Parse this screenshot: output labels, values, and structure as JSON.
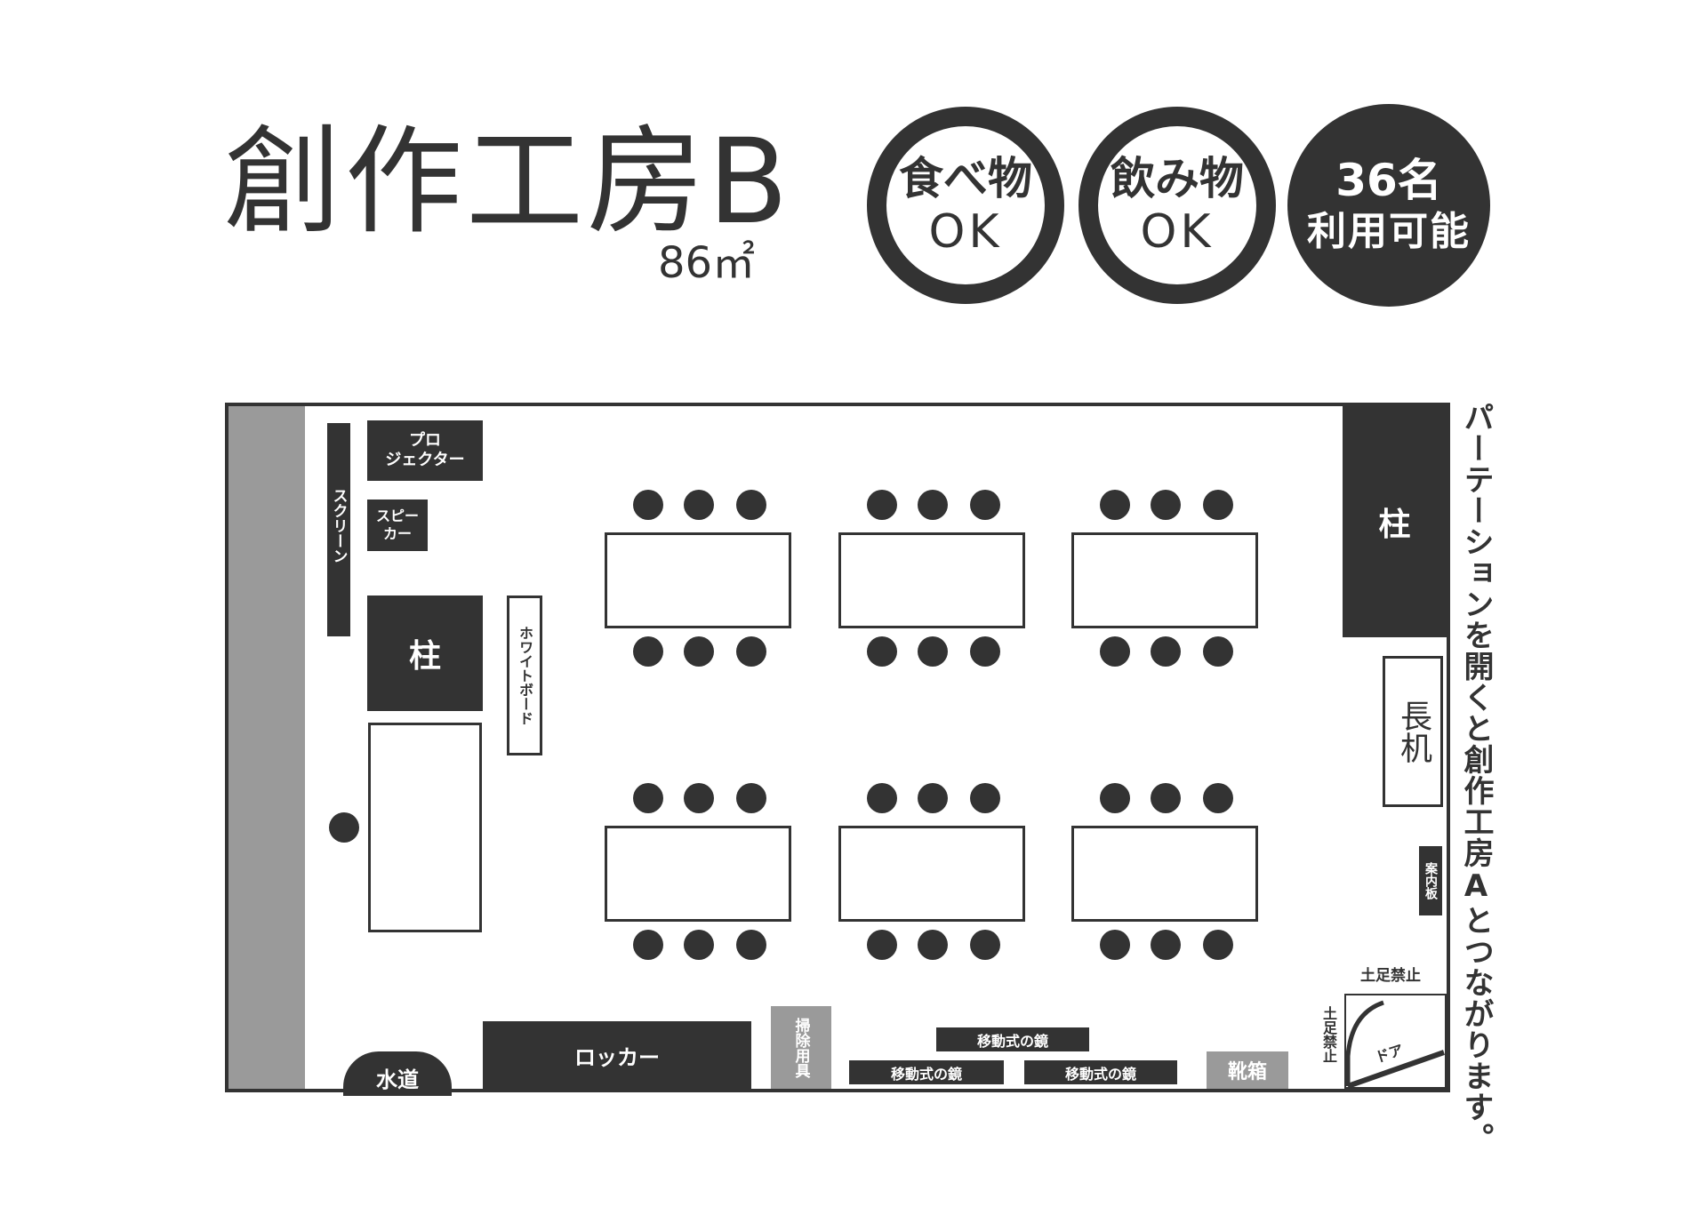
{
  "header": {
    "title": "創作工房B",
    "area": "86㎡"
  },
  "badges": [
    {
      "line1": "食べ物",
      "line2": "OK",
      "style": "outline"
    },
    {
      "line1": "飲み物",
      "line2": "OK",
      "style": "outline"
    },
    {
      "line1": "36名",
      "line2": "利用可能",
      "style": "solid"
    }
  ],
  "room": {
    "projector": "プロ\nジェクター",
    "speaker": "スピー\nカー",
    "screen": "スクリーン",
    "pillar_left": "柱",
    "pillar_right": "柱",
    "whiteboard": "ホワイトボード",
    "long_desk": "長机",
    "info_board": "案内板",
    "no_shoes_top": "土足禁止",
    "no_shoes_side": "土足禁止",
    "door": "ドア",
    "water": "水道",
    "locker": "ロッカー",
    "cleaning_tools": "掃除用具",
    "mobile_table_1": "移動式の鏡",
    "mobile_table_2": "移動式の鏡",
    "mobile_table_3": "移動式の鏡",
    "shoe_box": "靴箱"
  },
  "side_note": "パーテーションを開くと創作工房Aとつながります。",
  "colors": {
    "dark": "#333333",
    "gray": "#9a9a9a",
    "background": "#ffffff"
  }
}
